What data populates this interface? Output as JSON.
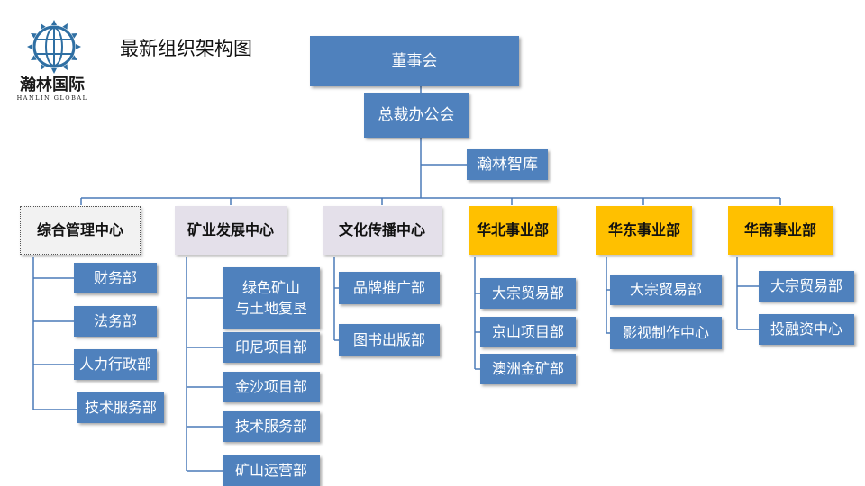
{
  "logo": {
    "name": "瀚林国际",
    "english": "HANLIN GLOBAL"
  },
  "title": "最新组织架构图",
  "board": "董事会",
  "president_office": "总裁办公会",
  "think_tank": "瀚林智库",
  "divisions": [
    {
      "label": "综合管理中心",
      "style": "lavender-dotted",
      "departments": [
        "财务部",
        "法务部",
        "人力行政部",
        "技术服务部"
      ]
    },
    {
      "label": "矿业发展中心",
      "style": "lavender",
      "departments": [
        "绿色矿山\n与土地复垦",
        "印尼项目部",
        "金沙项目部",
        "技术服务部",
        "矿山运营部"
      ]
    },
    {
      "label": "文化传播中心",
      "style": "lavender",
      "departments": [
        "品牌推广部",
        "图书出版部"
      ]
    },
    {
      "label": "华北事业部",
      "style": "gold",
      "departments": [
        "大宗贸易部",
        "京山项目部",
        "澳洲金矿部"
      ]
    },
    {
      "label": "华东事业部",
      "style": "gold",
      "departments": [
        "大宗贸易部",
        "影视制作中心"
      ]
    },
    {
      "label": "华南事业部",
      "style": "gold",
      "departments": [
        "大宗贸易部",
        "投融资中心"
      ]
    }
  ],
  "colors": {
    "box_blue": "#4f81bd",
    "header_lavender": "#e4e0ea",
    "header_gold": "#ffc000",
    "connector": "#4a7ab8"
  }
}
